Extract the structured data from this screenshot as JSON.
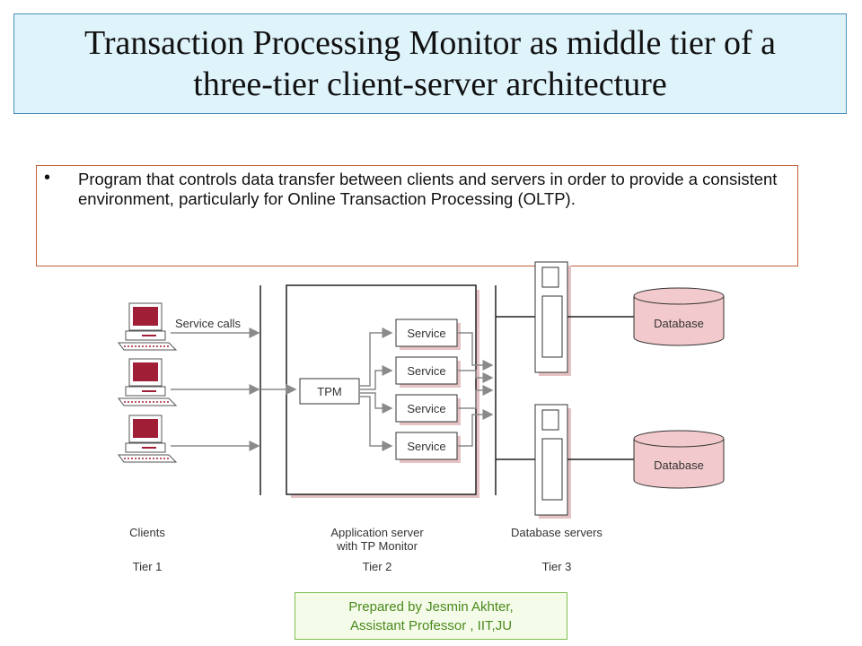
{
  "title": {
    "line1": "Transaction Processing Monitor as middle tier of a",
    "line2": "three-tier client-server architecture"
  },
  "bullet": {
    "text": "Program that controls data transfer between clients and servers in order to provide a consistent environment, particularly for Online Transaction Processing (OLTP)."
  },
  "diagram": {
    "service_calls_label": "Service calls",
    "tpm_label": "TPM",
    "services": [
      "Service",
      "Service",
      "Service",
      "Service"
    ],
    "databases": [
      "Database",
      "Database"
    ],
    "tiers": [
      {
        "name": "Clients",
        "tier": "Tier 1"
      },
      {
        "name_line1": "Application server",
        "name_line2": "with TP Monitor",
        "tier": "Tier 2"
      },
      {
        "name": "Database servers",
        "tier": "Tier 3"
      }
    ],
    "colors": {
      "computer": "#a01f36",
      "database_fill": "#f2c9cc",
      "line": "#8a8a8a",
      "shadow": "#e5c2c4"
    }
  },
  "footer": {
    "line1": "Prepared by Jesmin Akhter,",
    "line2": "Assistant Professor , IIT,JU"
  }
}
